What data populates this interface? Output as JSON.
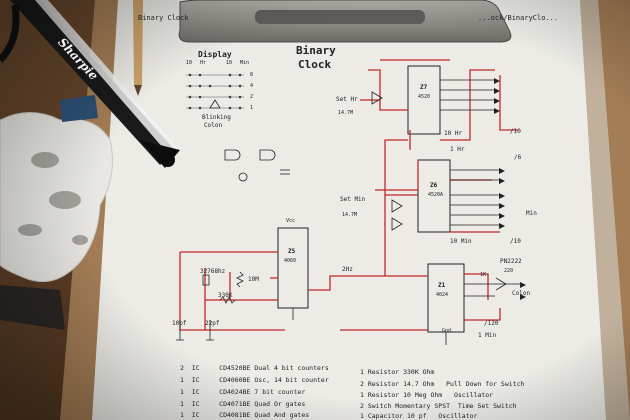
{
  "clipboard_header": {
    "left_text": "Binary Clock",
    "right_text": "...ock/BinaryClo..."
  },
  "document": {
    "title_line1": "Binary",
    "title_line2": "Clock",
    "display": {
      "heading": "Display",
      "col_labels": [
        "10",
        "Hr",
        "10",
        "Min"
      ],
      "row_labels": [
        "8",
        "4",
        "2",
        "1"
      ],
      "colon_caption_line1": "Blinking",
      "colon_caption_line2": "Colon"
    },
    "schematic_labels": {
      "ic_z5": "Z5",
      "ic_z5_part": "4060",
      "ic_z1": "Z1",
      "ic_z1_part": "4024",
      "ic_z6": "Z6",
      "ic_z6_part": "4520A",
      "ic_z7": "Z7",
      "ic_z7_part": "4520",
      "crystal": "32768hz",
      "r_10m": "10M",
      "r_330k": "330K",
      "cap_10pf": "10pf",
      "cap_22pf": "22pf",
      "pn2222": "PN2222",
      "colon": "Colon",
      "hz2": "2Hz",
      "set_hr": "Set Hr",
      "set_min": "Set Min",
      "v14_7": "14.7M",
      "v14_7b": "14.7M",
      "hr1": "1 Hr",
      "hr10": "10 Hr",
      "min1": "1 Min",
      "min10": "10 Min",
      "min_label": "Min",
      "div10": "/10",
      "div6": "/6",
      "div120": "/120",
      "div10b": "/10",
      "vcc": "Vcc",
      "gnd": "Gnd",
      "r220": "220",
      "r1k": "1K"
    },
    "bom": [
      {
        "qty": "2",
        "type": "IC",
        "part": "CD4520BE Dual 4 bit counters"
      },
      {
        "qty": "1",
        "type": "IC",
        "part": "CD4060BE Osc, 14 bit counter"
      },
      {
        "qty": "1",
        "type": "IC",
        "part": "CD4024BE 7 bit counter"
      },
      {
        "qty": "1",
        "type": "IC",
        "part": "CD4071BE Quad Or gates"
      },
      {
        "qty": "1",
        "type": "IC",
        "part": "CD4081BE Quad And gates"
      }
    ],
    "bom_right": [
      {
        "qty": "1",
        "type": "Resistor",
        "part": "330K Ohm",
        "note": ""
      },
      {
        "qty": "2",
        "type": "Resistor",
        "part": "14.7 Ohm",
        "note": "Pull Down for Switch"
      },
      {
        "qty": "1",
        "type": "Resistor",
        "part": "10 Meg Ohm",
        "note": "Oscillator"
      },
      {
        "qty": "2",
        "type": "Switch",
        "part": "Momentary SPST",
        "note": "Time Set Switch"
      },
      {
        "qty": "1",
        "type": "Capacitor",
        "part": "10 pf",
        "note": "Oscillator"
      }
    ]
  },
  "marker": {
    "brand": "Sharpie"
  },
  "colors": {
    "wood": "#5a3b24",
    "paper": "#ecebe6",
    "clip_metal": "#8a8784",
    "ink_red": "#c0282b",
    "ink_black": "#222222"
  }
}
